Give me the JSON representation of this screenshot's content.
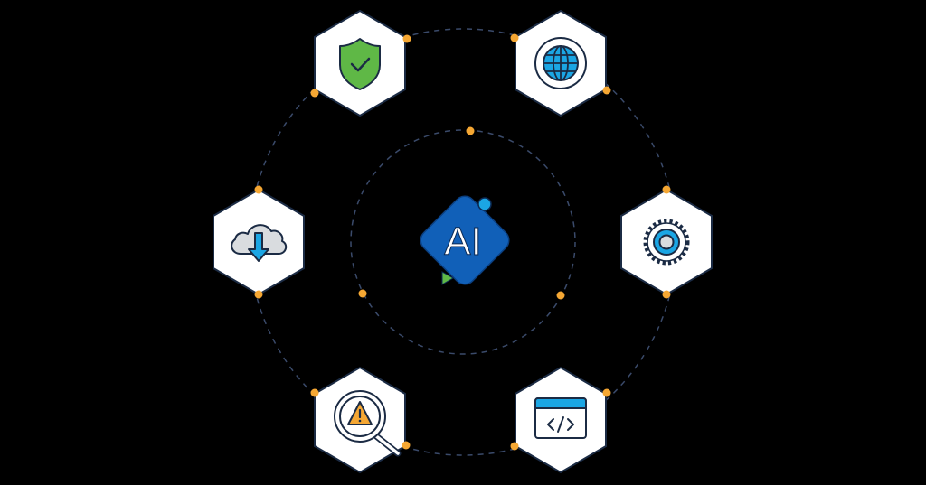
{
  "diagram": {
    "center": {
      "label": "AI",
      "fill": "#1160b8",
      "dot_color": "#1ba6e4",
      "play_color": "#5fb846"
    },
    "colors": {
      "background": "#000000",
      "hex_fill": "#ffffff",
      "hex_stroke": "#1b2b44",
      "connector_dot": "#f5a733",
      "dash": "#3a4a6a",
      "accent_blue": "#1ba6e4",
      "green": "#5fb846",
      "warning": "#f5a733",
      "cloud": "#d9dcdf",
      "gear_center": "#d9dcdf"
    },
    "nodes": [
      {
        "id": "security",
        "icon": "shield-check-icon"
      },
      {
        "id": "network",
        "icon": "globe-icon"
      },
      {
        "id": "settings",
        "icon": "gear-icon"
      },
      {
        "id": "code",
        "icon": "code-window-icon"
      },
      {
        "id": "threat-detection",
        "icon": "magnifier-warning-icon"
      },
      {
        "id": "cloud-download",
        "icon": "cloud-download-icon"
      }
    ]
  }
}
